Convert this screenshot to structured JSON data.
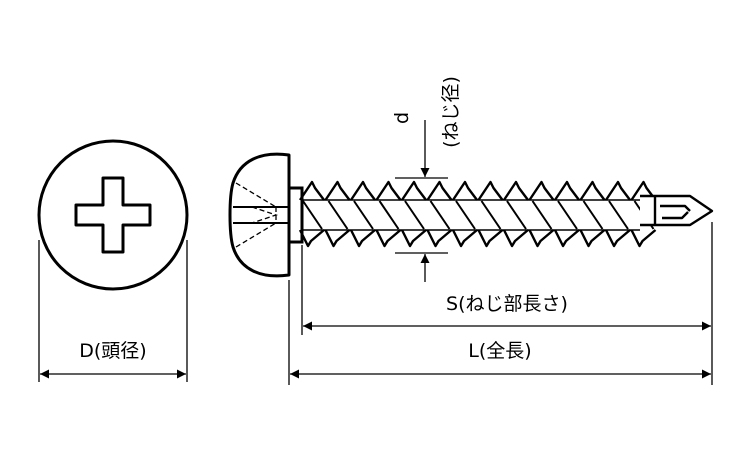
{
  "labels": {
    "d_symbol": "d",
    "d_desc": "(ねじ径)",
    "s_label": "S(ねじ部長さ)",
    "l_label": "L(全長)",
    "d_head_label": "D(頭径)"
  },
  "colors": {
    "line": "#000000",
    "background": "#ffffff"
  }
}
